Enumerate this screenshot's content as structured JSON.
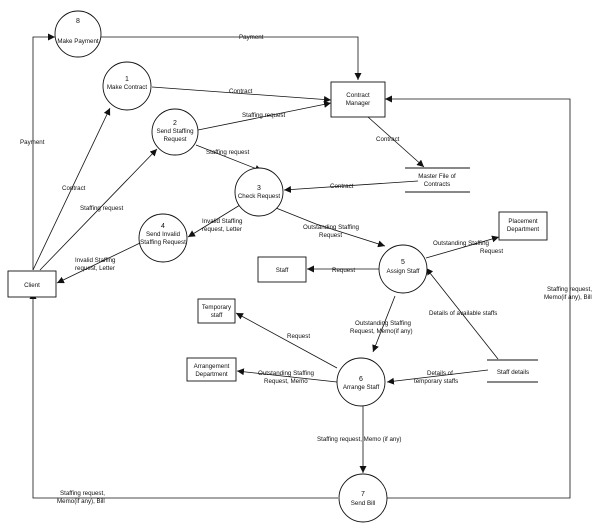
{
  "processes": [
    {
      "id": "p8",
      "number": "8",
      "label": [
        "Make Payment"
      ]
    },
    {
      "id": "p1",
      "number": "1",
      "label": [
        "Make Contract"
      ]
    },
    {
      "id": "p2",
      "number": "2",
      "label": [
        "Send Staffing",
        "Request"
      ]
    },
    {
      "id": "p3",
      "number": "3",
      "label": [
        "Check Request"
      ]
    },
    {
      "id": "p4",
      "number": "4",
      "label": [
        "Send Invalid",
        "Staffing Request"
      ]
    },
    {
      "id": "p5",
      "number": "5",
      "label": [
        "Assign Staff"
      ]
    },
    {
      "id": "p6",
      "number": "6",
      "label": [
        "Arrange Staff"
      ]
    },
    {
      "id": "p7",
      "number": "7",
      "label": [
        "Send Bill"
      ]
    }
  ],
  "entities": [
    {
      "id": "client",
      "label": [
        "Client"
      ]
    },
    {
      "id": "manager",
      "label": [
        "Contract",
        "Manager"
      ]
    },
    {
      "id": "staff",
      "label": [
        "Staff"
      ]
    },
    {
      "id": "placement",
      "label": [
        "Placement",
        "Department"
      ]
    },
    {
      "id": "temp",
      "label": [
        "Temporary",
        "staff"
      ]
    },
    {
      "id": "arrange",
      "label": [
        "Arrangement",
        "Department"
      ]
    }
  ],
  "stores": [
    {
      "id": "master",
      "label": [
        "Master File of",
        "Contracts"
      ]
    },
    {
      "id": "details",
      "label": [
        "Staff details"
      ]
    }
  ],
  "flows": [
    {
      "id": "f-client-p8",
      "label": [
        "Payment"
      ]
    },
    {
      "id": "f-p8-manager",
      "label": [
        "Payment"
      ]
    },
    {
      "id": "f-client-p1",
      "label": [
        "Contract"
      ]
    },
    {
      "id": "f-p1-manager",
      "label": [
        "Contract"
      ]
    },
    {
      "id": "f-client-p2",
      "label": [
        "Staffing request"
      ]
    },
    {
      "id": "f-p2-manager",
      "label": [
        "Staffing request"
      ]
    },
    {
      "id": "f-p2-p3",
      "label": [
        "Staffing request"
      ]
    },
    {
      "id": "f-manager-master",
      "label": [
        "Contract"
      ]
    },
    {
      "id": "f-master-p3",
      "label": [
        "Contract"
      ]
    },
    {
      "id": "f-p3-p4",
      "label": [
        "Invalid Staffing",
        "request, Letter"
      ]
    },
    {
      "id": "f-p4-client",
      "label": [
        "Invalid Staffing",
        "request, Letter"
      ]
    },
    {
      "id": "f-p3-p5",
      "label": [
        "Outstanding Staffing",
        "Request"
      ]
    },
    {
      "id": "f-p5-placement",
      "label": [
        "Outstanding Staffing",
        "Request"
      ]
    },
    {
      "id": "f-p5-staff",
      "label": [
        "Request"
      ]
    },
    {
      "id": "f-details-p5",
      "label": [
        "Details of available staffs"
      ]
    },
    {
      "id": "f-p5-p6",
      "label": [
        "Outstanding Staffing",
        "Request, Memo(if any)"
      ]
    },
    {
      "id": "f-p6-temp",
      "label": [
        "Request"
      ]
    },
    {
      "id": "f-p6-arrange",
      "label": [
        "Outstanding Staffing",
        "Request, Memo"
      ]
    },
    {
      "id": "f-details-p6",
      "label": [
        "Details of",
        "temporary staffs"
      ]
    },
    {
      "id": "f-p6-p7",
      "label": [
        "Staffing request, Memo (if any)"
      ]
    },
    {
      "id": "f-p7-client",
      "label": [
        "Staffing request,",
        "Memo(if any), Bill"
      ]
    },
    {
      "id": "f-p7-manager",
      "label": [
        "Staffing request,",
        "Memo(if any), Bill"
      ]
    }
  ]
}
